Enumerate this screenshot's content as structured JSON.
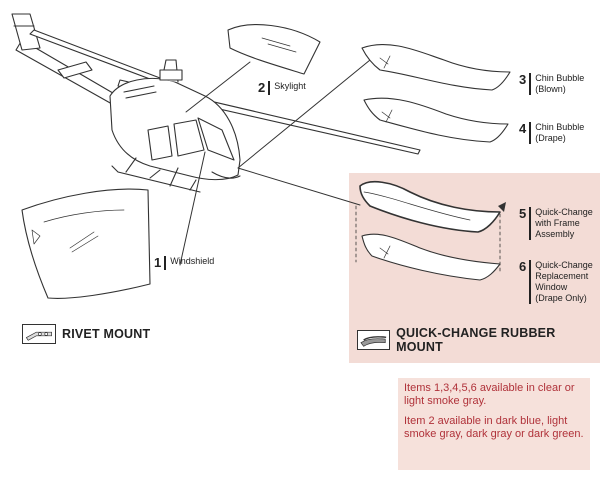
{
  "callouts": [
    {
      "num": "1",
      "text": "Windshield"
    },
    {
      "num": "2",
      "text": "Skylight"
    },
    {
      "num": "3",
      "text": "Chin Bubble\n(Blown)"
    },
    {
      "num": "4",
      "text": "Chin Bubble\n(Drape)"
    },
    {
      "num": "5",
      "text": "Quick-Change\nwith Frame\nAssembly"
    },
    {
      "num": "6",
      "text": "Quick-Change\nReplacement\nWindow\n(Drape Only)"
    }
  ],
  "mounts": {
    "rivet": "RIVET MOUNT",
    "quick_change": "QUICK-CHANGE RUBBER MOUNT"
  },
  "notes": [
    "Items 1,3,4,5,6 available in clear or light smoke gray.",
    "Item 2 available in dark blue, light smoke gray, dark gray or dark green."
  ],
  "colors": {
    "panel_bg": "#f3dcd6",
    "note_text": "#b0323a",
    "line": "#333333"
  },
  "icons": [
    "helicopter-illustration",
    "windshield-part",
    "skylight-part",
    "chin-bubble-part",
    "rivet-mount-icon",
    "rubber-mount-icon"
  ]
}
